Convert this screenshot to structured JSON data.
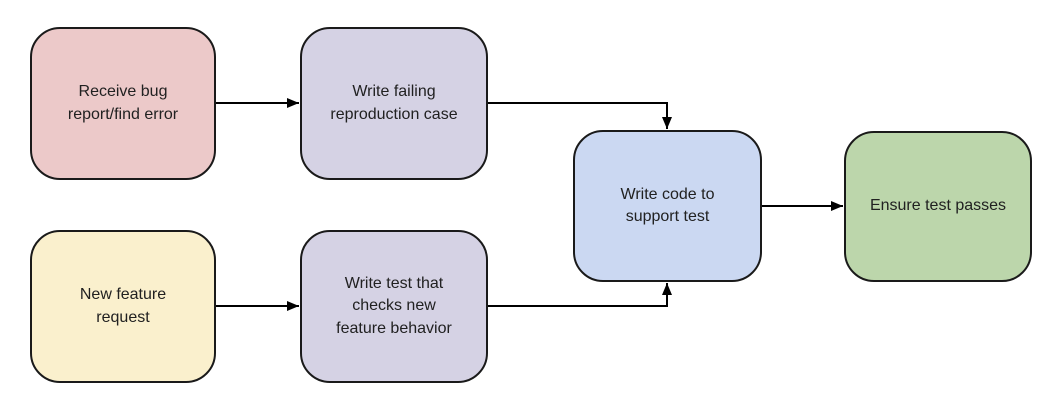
{
  "diagram": {
    "type": "flowchart",
    "background": "#ffffff",
    "nodes": [
      {
        "id": "bug-report",
        "label": "Receive bug\nreport/find error",
        "fill": "#ecc9c9"
      },
      {
        "id": "failing-repro",
        "label": "Write failing\nreproduction case",
        "fill": "#d5d2e4"
      },
      {
        "id": "feature-request",
        "label": "New feature\nrequest",
        "fill": "#faf0cd"
      },
      {
        "id": "write-test",
        "label": "Write test that\nchecks new\nfeature behavior",
        "fill": "#d5d2e4"
      },
      {
        "id": "write-code",
        "label": "Write code to\nsupport test",
        "fill": "#cbd8f2"
      },
      {
        "id": "test-passes",
        "label": "Ensure test passes",
        "fill": "#bcd6ab"
      }
    ],
    "edges": [
      {
        "from": "bug-report",
        "to": "failing-repro"
      },
      {
        "from": "feature-request",
        "to": "write-test"
      },
      {
        "from": "failing-repro",
        "to": "write-code"
      },
      {
        "from": "write-test",
        "to": "write-code"
      },
      {
        "from": "write-code",
        "to": "test-passes"
      }
    ],
    "colors": {
      "node_border": "#1a1a1a",
      "connector": "#000000",
      "text": "#212121"
    }
  }
}
